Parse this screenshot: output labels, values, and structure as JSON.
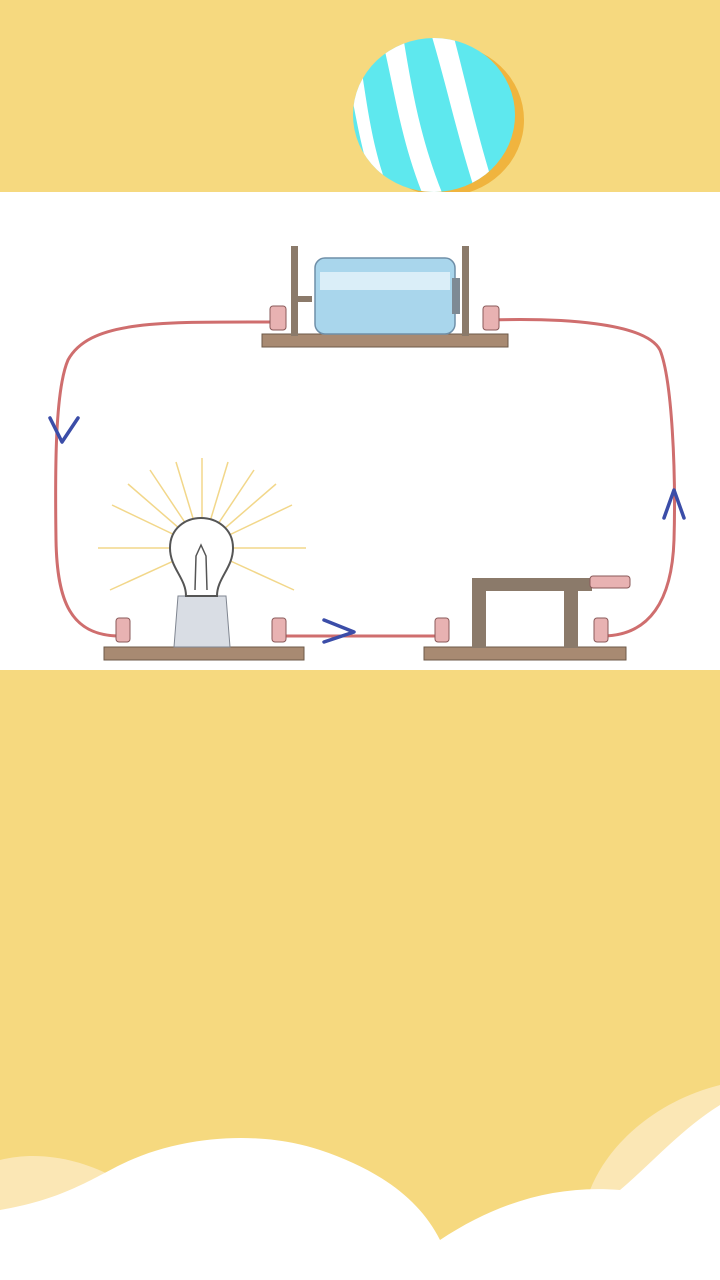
{
  "background_color": "#f6d97f",
  "balloon": {
    "icon": "hot-air-balloon-icon",
    "colors": [
      "#5ee8ee",
      "#ffffff",
      "#f2b94a"
    ]
  },
  "diagram": {
    "wire_color": "#cf6e6e",
    "arrow_color": "#3b4da8",
    "components": [
      "battery",
      "light-bulb",
      "switch"
    ],
    "current_direction": "counter-clockwise"
  },
  "clouds": {
    "colors": [
      "#ffffff",
      "#fbe7b5"
    ]
  }
}
